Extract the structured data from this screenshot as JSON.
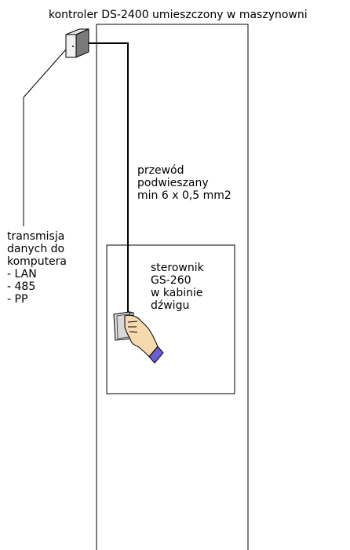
{
  "controller": {
    "title": "kontroler DS-2400 umieszczony w maszynowni"
  },
  "cable": {
    "lines": [
      "przewód",
      "podwieszany",
      "min 6 x 0,5 mm2"
    ]
  },
  "terminal": {
    "lines": [
      "sterownik",
      "GS-260",
      "w kabinie",
      "dźwigu"
    ]
  },
  "transmission": {
    "lines": [
      "transmisja",
      "danych do",
      "komputera",
      "- LAN",
      "- 485",
      "- PP"
    ]
  },
  "colors": {
    "line": "#000000",
    "box_front": "#f2f2f2",
    "box_side": "#7a7a7a",
    "card": "#d9d9d9",
    "skin": "#f7d9b0",
    "cuff": "#6b5fcf"
  }
}
